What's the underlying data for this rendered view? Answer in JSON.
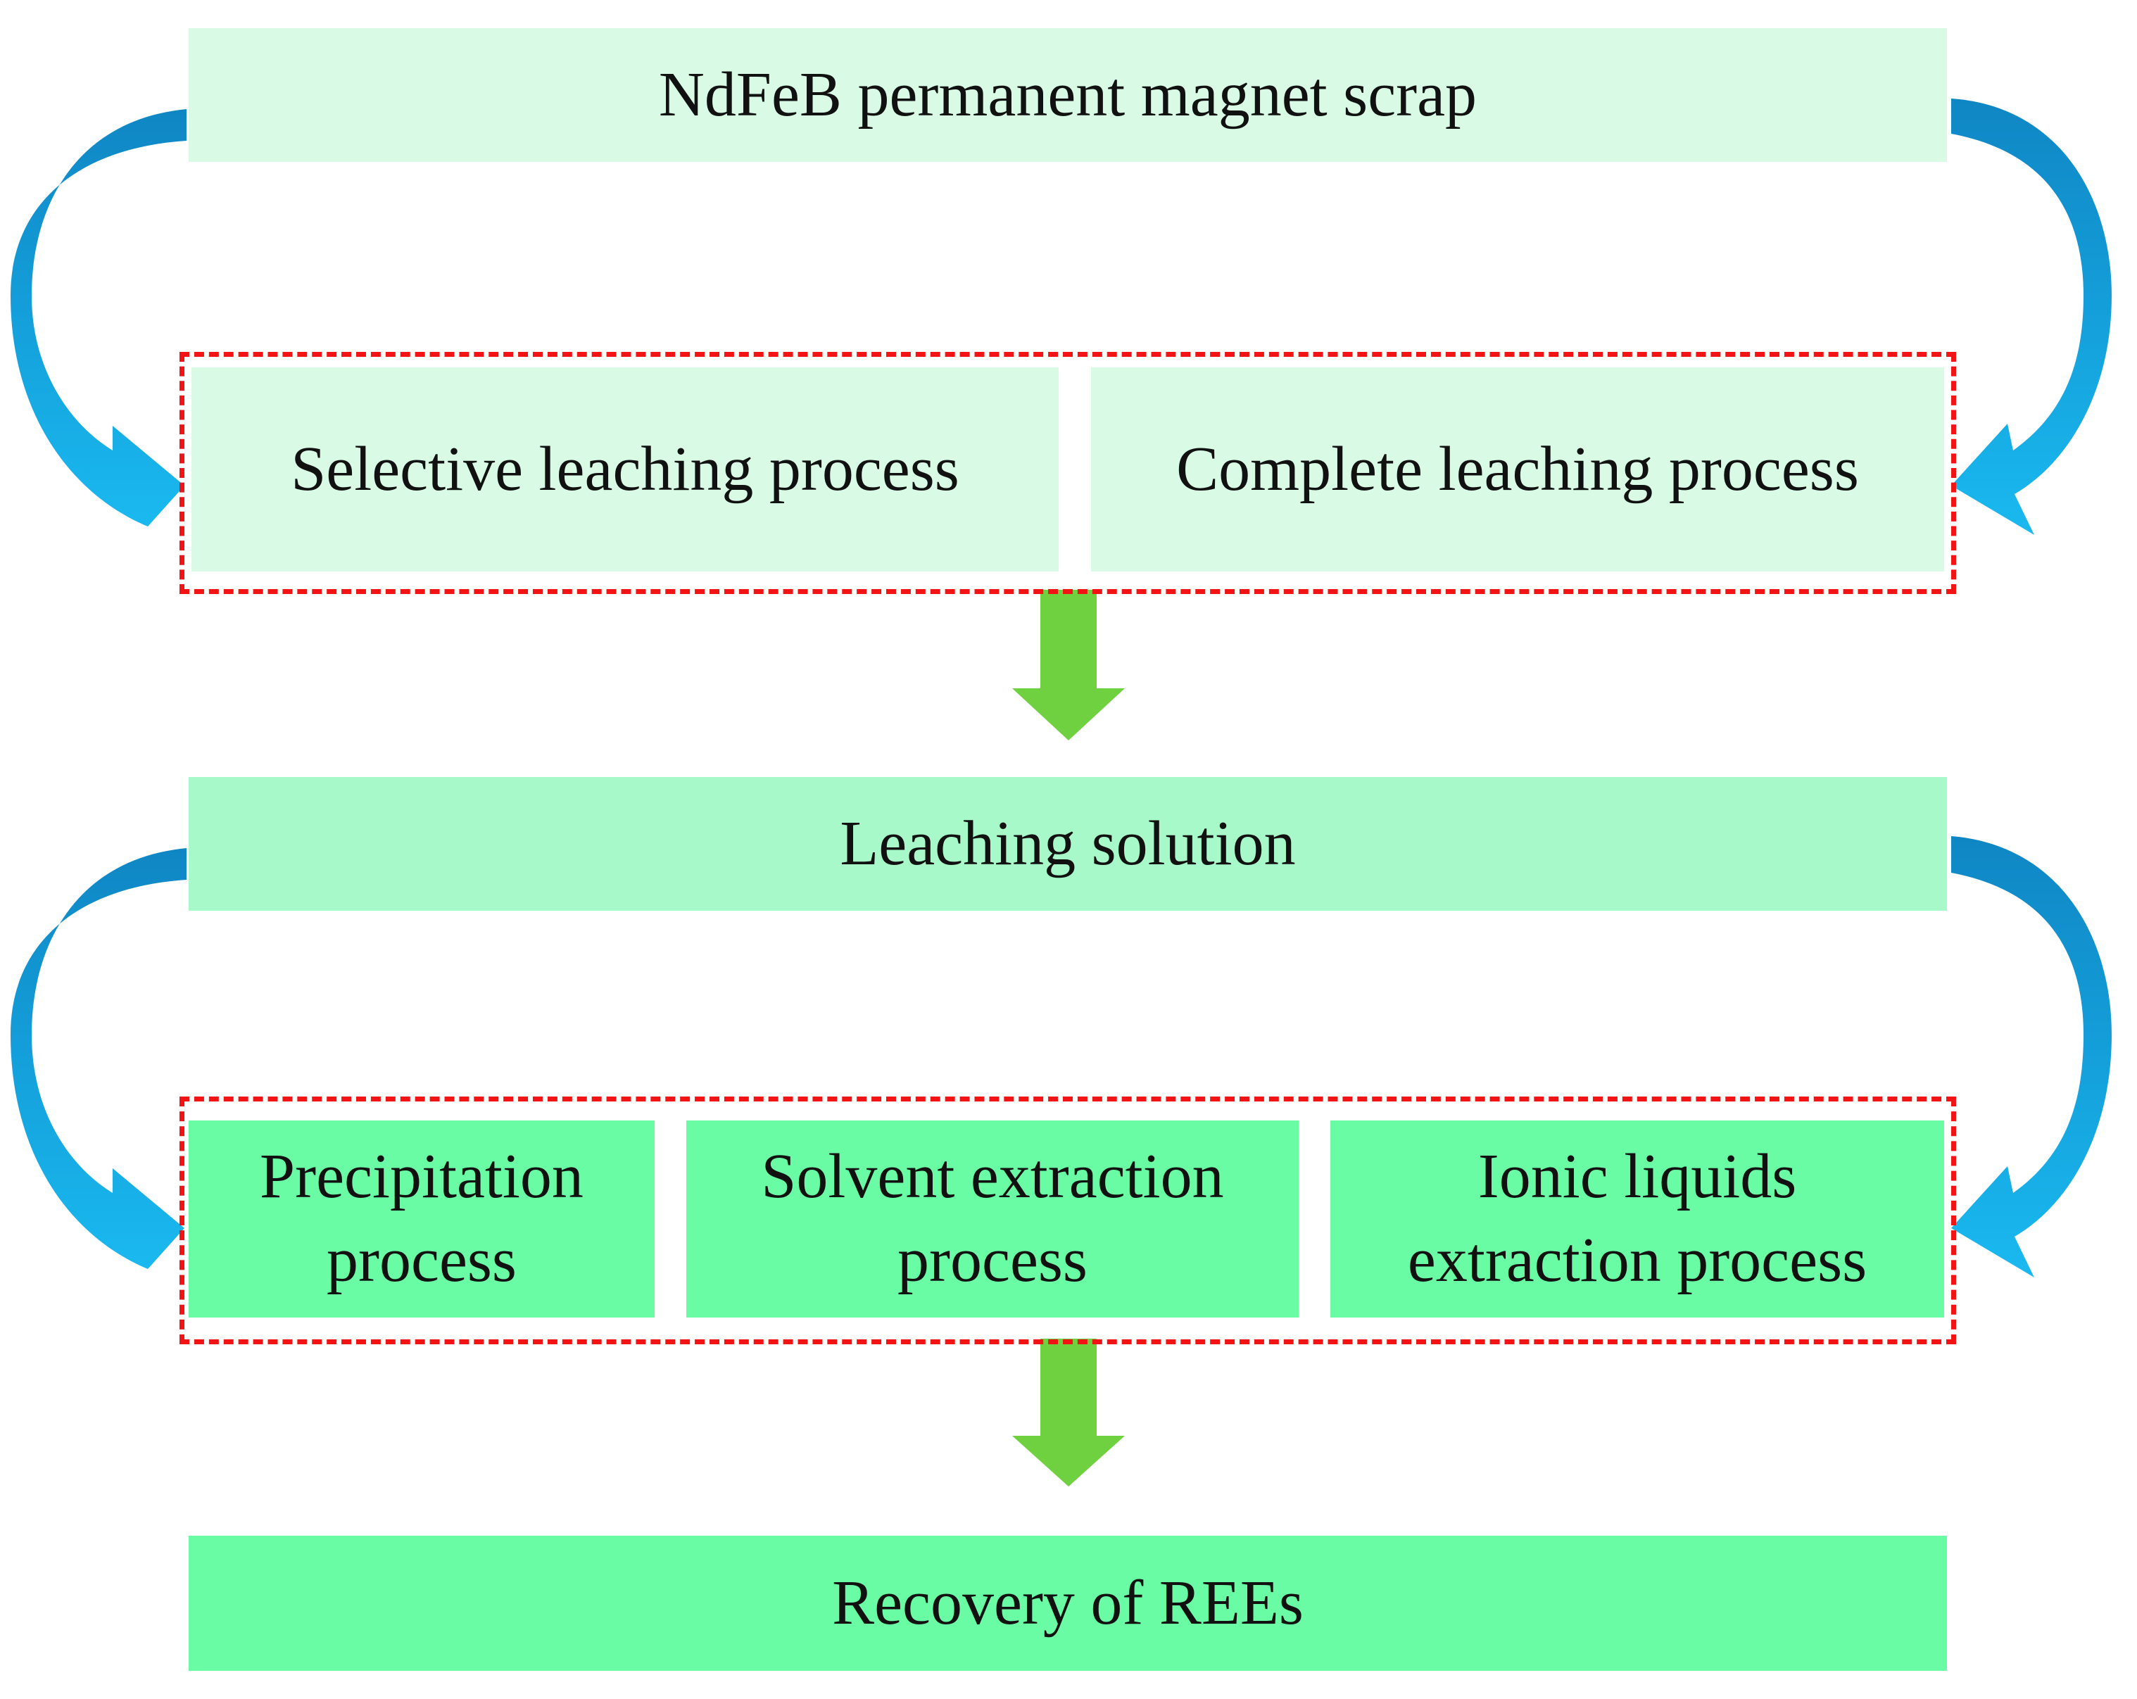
{
  "diagram": {
    "nodes": {
      "source": "NdFeB permanent magnet scrap",
      "selective_leaching": "Selective leaching process",
      "complete_leaching": "Complete leaching process",
      "leaching_solution": "Leaching solution",
      "precipitation": "Precipitation process",
      "solvent_extraction": "Solvent extraction process",
      "ionic_liquids": "Ionic liquids extraction process",
      "recovery": "Recovery of REEs"
    },
    "edges": [
      {
        "from": "source",
        "to": "selective_leaching",
        "style": "curved-arrow"
      },
      {
        "from": "source",
        "to": "complete_leaching",
        "style": "curved-arrow"
      },
      {
        "from": "leaching-group",
        "to": "leaching_solution",
        "style": "block-arrow"
      },
      {
        "from": "leaching_solution",
        "to": "precipitation",
        "style": "curved-arrow"
      },
      {
        "from": "leaching_solution",
        "to": "ionic_liquids",
        "style": "curved-arrow"
      },
      {
        "from": "separation-group",
        "to": "recovery",
        "style": "block-arrow"
      }
    ],
    "colors": {
      "source_box": "#d9fbe6",
      "leaching_box": "#d9fbe6",
      "solution_box": "#a7f9c9",
      "separation_box": "#69fca5",
      "recovery_box": "#69fca5",
      "group_border": "#f21414",
      "curved_arrow": "#1ab2ee",
      "block_arrow": "#6fd13f"
    }
  }
}
